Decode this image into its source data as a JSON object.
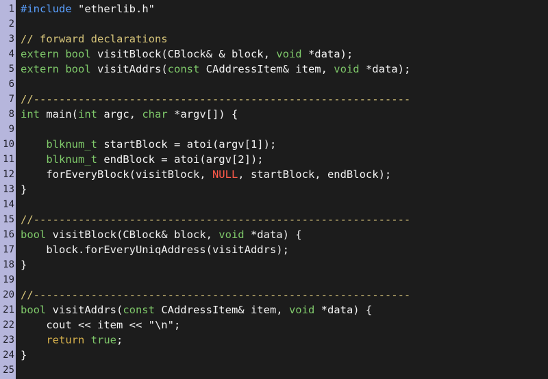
{
  "colors": {
    "background": "#1c1c1c",
    "gutter": "#b6b6dc",
    "line_number": "#1e1e28",
    "preprocessor": "#5aa0ff",
    "comment": "#d7c57a",
    "keyword_type": "#7fc96a",
    "identifier": "#f2f2f2",
    "control": "#d8b24c",
    "constant_null": "#ff5a4a"
  },
  "lines": [
    {
      "n": "1",
      "t": [
        {
          "c": "pre",
          "s": "#include "
        },
        {
          "c": "str",
          "s": "\"etherlib.h\""
        }
      ]
    },
    {
      "n": "2",
      "t": []
    },
    {
      "n": "3",
      "t": [
        {
          "c": "com",
          "s": "// forward declarations"
        }
      ]
    },
    {
      "n": "4",
      "t": [
        {
          "c": "kw",
          "s": "extern"
        },
        {
          "c": "nm",
          "s": " "
        },
        {
          "c": "tp",
          "s": "bool"
        },
        {
          "c": "nm",
          "s": " visitBlock(CBlock& & block, "
        },
        {
          "c": "tp",
          "s": "void"
        },
        {
          "c": "nm",
          "s": " *data);"
        }
      ]
    },
    {
      "n": "5",
      "t": [
        {
          "c": "kw",
          "s": "extern"
        },
        {
          "c": "nm",
          "s": " "
        },
        {
          "c": "tp",
          "s": "bool"
        },
        {
          "c": "nm",
          "s": " visitAddrs("
        },
        {
          "c": "tp",
          "s": "const"
        },
        {
          "c": "nm",
          "s": " CAddressItem& item, "
        },
        {
          "c": "tp",
          "s": "void"
        },
        {
          "c": "nm",
          "s": " *data);"
        }
      ]
    },
    {
      "n": "6",
      "t": []
    },
    {
      "n": "7",
      "t": [
        {
          "c": "com",
          "s": "//-----------------------------------------------------------"
        }
      ]
    },
    {
      "n": "8",
      "t": [
        {
          "c": "tp",
          "s": "int"
        },
        {
          "c": "nm",
          "s": " main("
        },
        {
          "c": "tp",
          "s": "int"
        },
        {
          "c": "nm",
          "s": " argc, "
        },
        {
          "c": "tp",
          "s": "char"
        },
        {
          "c": "nm",
          "s": " *argv[]) {"
        }
      ]
    },
    {
      "n": "9",
      "t": []
    },
    {
      "n": "10",
      "t": [
        {
          "c": "nm",
          "s": "    "
        },
        {
          "c": "tp",
          "s": "blknum_t"
        },
        {
          "c": "nm",
          "s": " startBlock = atoi(argv[1]);"
        }
      ]
    },
    {
      "n": "11",
      "t": [
        {
          "c": "nm",
          "s": "    "
        },
        {
          "c": "tp",
          "s": "blknum_t"
        },
        {
          "c": "nm",
          "s": " endBlock = atoi(argv[2]);"
        }
      ]
    },
    {
      "n": "12",
      "t": [
        {
          "c": "nm",
          "s": "    forEveryBlock(visitBlock, "
        },
        {
          "c": "null",
          "s": "NULL"
        },
        {
          "c": "nm",
          "s": ", startBlock, endBlock);"
        }
      ]
    },
    {
      "n": "13",
      "t": [
        {
          "c": "nm",
          "s": "}"
        }
      ]
    },
    {
      "n": "14",
      "t": []
    },
    {
      "n": "15",
      "t": [
        {
          "c": "com",
          "s": "//-----------------------------------------------------------"
        }
      ]
    },
    {
      "n": "16",
      "t": [
        {
          "c": "tp",
          "s": "bool"
        },
        {
          "c": "nm",
          "s": " visitBlock(CBlock& block, "
        },
        {
          "c": "tp",
          "s": "void"
        },
        {
          "c": "nm",
          "s": " *data) {"
        }
      ]
    },
    {
      "n": "17",
      "t": [
        {
          "c": "nm",
          "s": "    block.forEveryUniqAddress(visitAddrs);"
        }
      ]
    },
    {
      "n": "18",
      "t": [
        {
          "c": "nm",
          "s": "}"
        }
      ]
    },
    {
      "n": "19",
      "t": []
    },
    {
      "n": "20",
      "t": [
        {
          "c": "com",
          "s": "//-----------------------------------------------------------"
        }
      ]
    },
    {
      "n": "21",
      "t": [
        {
          "c": "tp",
          "s": "bool"
        },
        {
          "c": "nm",
          "s": " visitAddrs("
        },
        {
          "c": "tp",
          "s": "const"
        },
        {
          "c": "nm",
          "s": " CAddressItem& item, "
        },
        {
          "c": "tp",
          "s": "void"
        },
        {
          "c": "nm",
          "s": " *data) {"
        }
      ]
    },
    {
      "n": "22",
      "t": [
        {
          "c": "nm",
          "s": "    cout << item << \"\\n\";"
        }
      ]
    },
    {
      "n": "23",
      "t": [
        {
          "c": "nm",
          "s": "    "
        },
        {
          "c": "ctl",
          "s": "return"
        },
        {
          "c": "nm",
          "s": " "
        },
        {
          "c": "tp",
          "s": "true"
        },
        {
          "c": "nm",
          "s": ";"
        }
      ]
    },
    {
      "n": "24",
      "t": [
        {
          "c": "nm",
          "s": "}"
        }
      ]
    },
    {
      "n": "25",
      "t": []
    }
  ]
}
